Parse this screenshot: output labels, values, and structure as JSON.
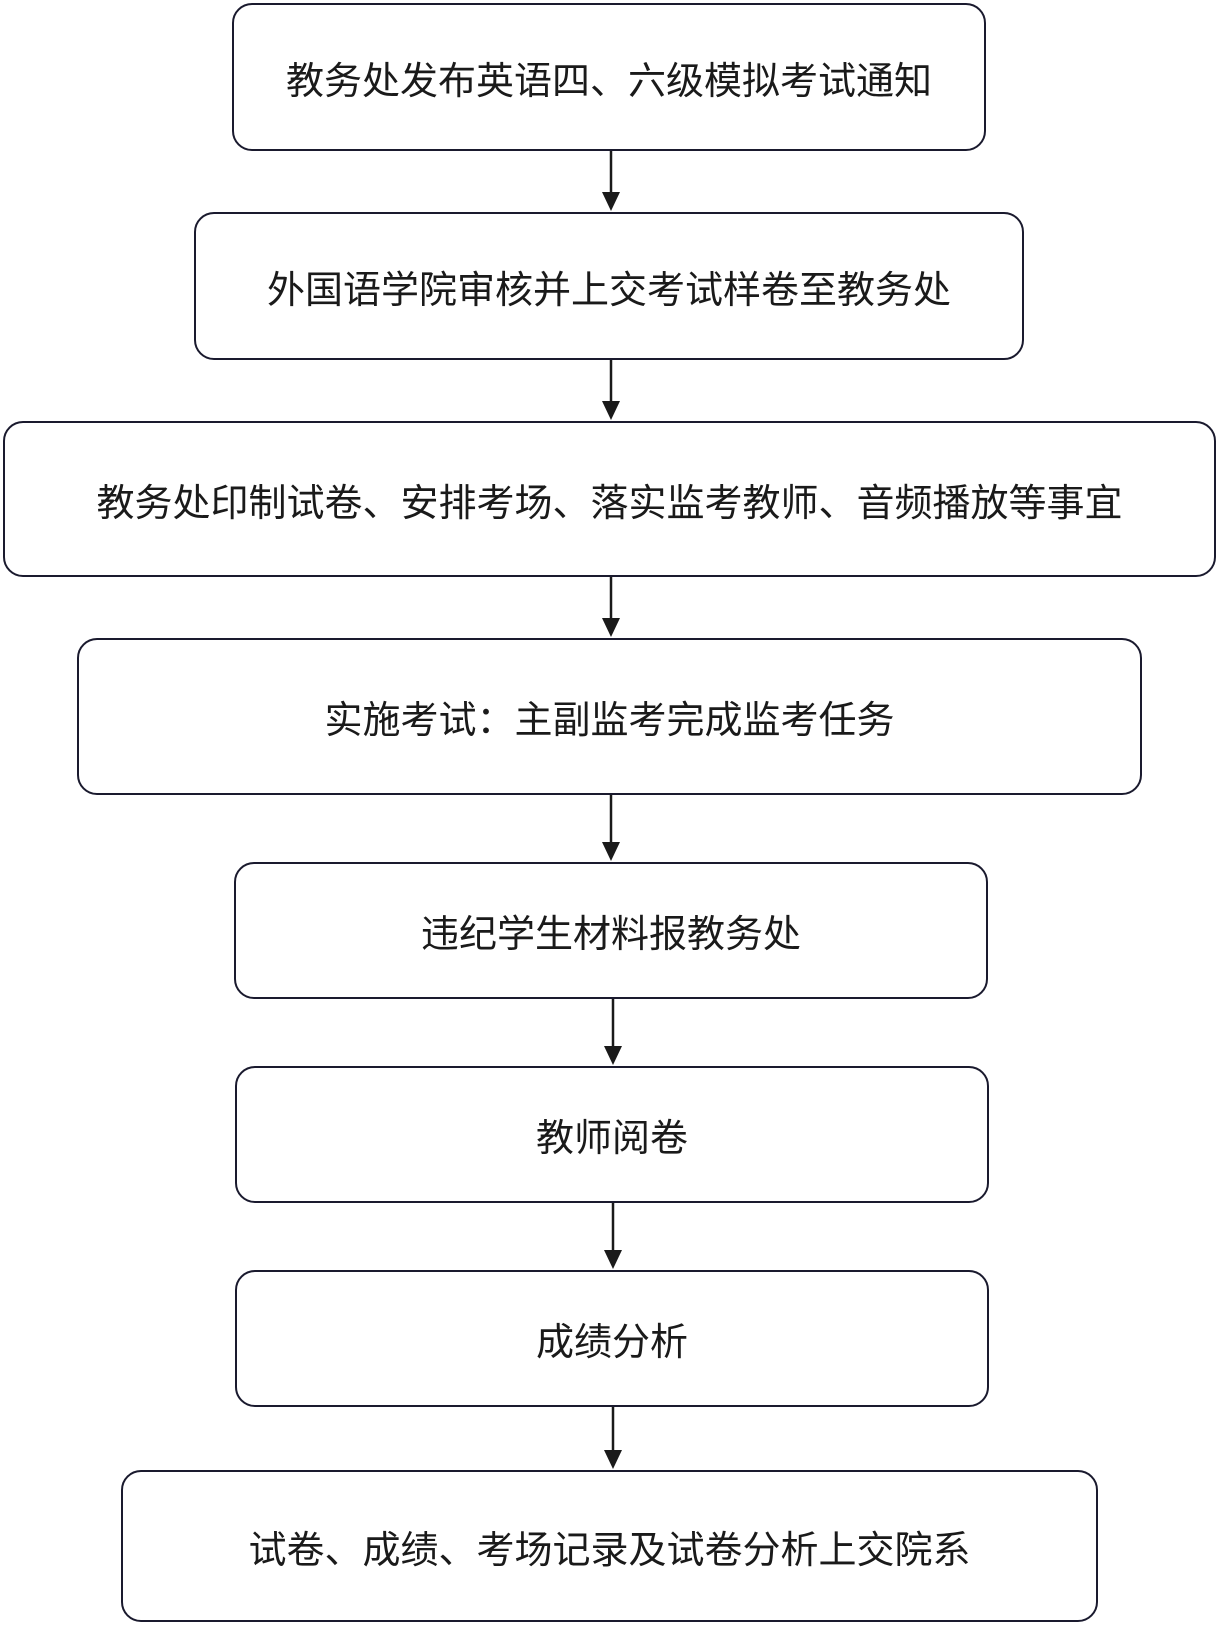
{
  "diagram": {
    "type": "flowchart",
    "direction": "top-to-bottom",
    "colors": {
      "border": "#1a1a2e",
      "arrow": "#1a1a1a",
      "text": "#1a1a1a",
      "background": "#ffffff"
    },
    "steps": [
      {
        "id": "s1",
        "label": "教务处发布英语四、六级模拟考试通知"
      },
      {
        "id": "s2",
        "label": "外国语学院审核并上交考试样卷至教务处"
      },
      {
        "id": "s3",
        "label": "教务处印制试卷、安排考场、落实监考教师、音频播放等事宜"
      },
      {
        "id": "s4",
        "label": "实施考试：主副监考完成监考任务"
      },
      {
        "id": "s5",
        "label": "违纪学生材料报教务处"
      },
      {
        "id": "s6",
        "label": "教师阅卷"
      },
      {
        "id": "s7",
        "label": "成绩分析"
      },
      {
        "id": "s8",
        "label": "试卷、成绩、考场记录及试卷分析上交院系"
      }
    ],
    "edges": [
      {
        "from": "s1",
        "to": "s2"
      },
      {
        "from": "s2",
        "to": "s3"
      },
      {
        "from": "s3",
        "to": "s4"
      },
      {
        "from": "s4",
        "to": "s5"
      },
      {
        "from": "s5",
        "to": "s6"
      },
      {
        "from": "s6",
        "to": "s7"
      },
      {
        "from": "s7",
        "to": "s8"
      }
    ]
  }
}
